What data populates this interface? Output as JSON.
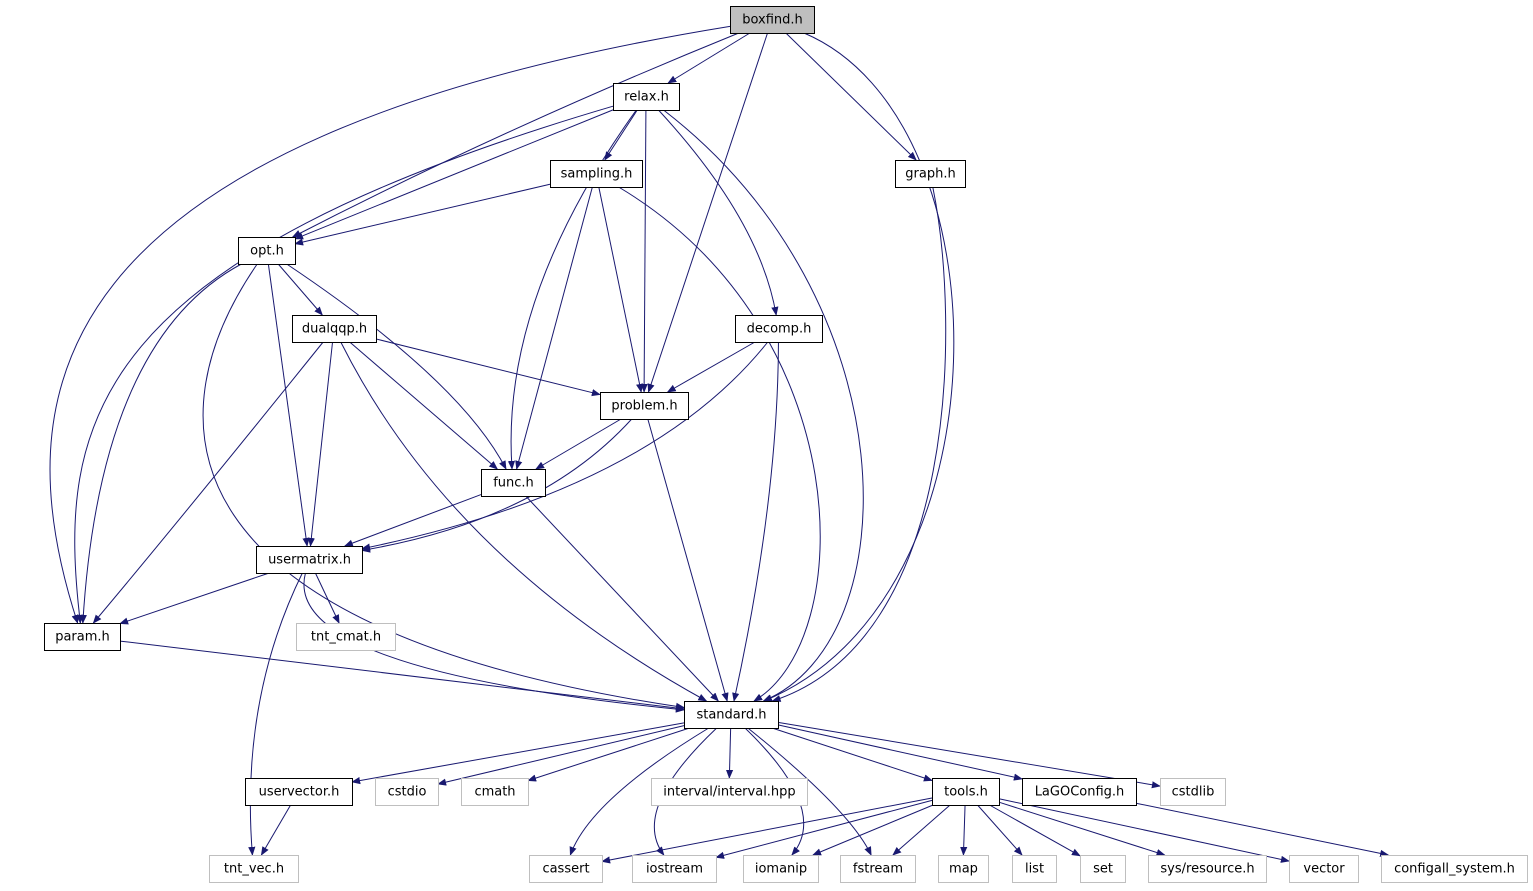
{
  "nodes": [
    {
      "id": "boxfind",
      "label": "boxfind.h",
      "kind": "root",
      "link": false
    },
    {
      "id": "relax",
      "label": "relax.h",
      "kind": "local",
      "link": true
    },
    {
      "id": "graph",
      "label": "graph.h",
      "kind": "local",
      "link": true
    },
    {
      "id": "sampling",
      "label": "sampling.h",
      "kind": "local",
      "link": true
    },
    {
      "id": "opt",
      "label": "opt.h",
      "kind": "local",
      "link": true
    },
    {
      "id": "dualqqp",
      "label": "dualqqp.h",
      "kind": "local",
      "link": true
    },
    {
      "id": "decomp",
      "label": "decomp.h",
      "kind": "local",
      "link": true
    },
    {
      "id": "problem",
      "label": "problem.h",
      "kind": "local",
      "link": true
    },
    {
      "id": "func",
      "label": "func.h",
      "kind": "local",
      "link": true
    },
    {
      "id": "usermatrix",
      "label": "usermatrix.h",
      "kind": "local",
      "link": true
    },
    {
      "id": "tnt_cmat",
      "label": "tnt_cmat.h",
      "kind": "external",
      "link": false
    },
    {
      "id": "param",
      "label": "param.h",
      "kind": "local",
      "link": true
    },
    {
      "id": "standard",
      "label": "standard.h",
      "kind": "local",
      "link": true
    },
    {
      "id": "uservector",
      "label": "uservector.h",
      "kind": "local",
      "link": true
    },
    {
      "id": "cstdio",
      "label": "cstdio",
      "kind": "external",
      "link": false
    },
    {
      "id": "cmath",
      "label": "cmath",
      "kind": "external",
      "link": false
    },
    {
      "id": "interval",
      "label": "interval/interval.hpp",
      "kind": "external",
      "link": false
    },
    {
      "id": "tools",
      "label": "tools.h",
      "kind": "local",
      "link": true
    },
    {
      "id": "lagoconfig",
      "label": "LaGOConfig.h",
      "kind": "local",
      "link": true
    },
    {
      "id": "cstdlib",
      "label": "cstdlib",
      "kind": "external",
      "link": false
    },
    {
      "id": "tnt_vec",
      "label": "tnt_vec.h",
      "kind": "external",
      "link": false
    },
    {
      "id": "cassert",
      "label": "cassert",
      "kind": "external",
      "link": false
    },
    {
      "id": "iostream",
      "label": "iostream",
      "kind": "external",
      "link": false
    },
    {
      "id": "iomanip",
      "label": "iomanip",
      "kind": "external",
      "link": false
    },
    {
      "id": "fstream",
      "label": "fstream",
      "kind": "external",
      "link": false
    },
    {
      "id": "map",
      "label": "map",
      "kind": "external",
      "link": false
    },
    {
      "id": "list",
      "label": "list",
      "kind": "external",
      "link": false
    },
    {
      "id": "set",
      "label": "set",
      "kind": "external",
      "link": false
    },
    {
      "id": "sysresource",
      "label": "sys/resource.h",
      "kind": "external",
      "link": false
    },
    {
      "id": "vector",
      "label": "vector",
      "kind": "external",
      "link": false
    },
    {
      "id": "configall",
      "label": "configall_system.h",
      "kind": "external",
      "link": false
    }
  ],
  "edges": [
    [
      "boxfind",
      "relax"
    ],
    [
      "boxfind",
      "graph"
    ],
    [
      "boxfind",
      "opt"
    ],
    [
      "boxfind",
      "param"
    ],
    [
      "boxfind",
      "problem"
    ],
    [
      "boxfind",
      "standard"
    ],
    [
      "relax",
      "sampling"
    ],
    [
      "relax",
      "opt"
    ],
    [
      "relax",
      "param"
    ],
    [
      "relax",
      "func"
    ],
    [
      "relax",
      "problem"
    ],
    [
      "relax",
      "decomp"
    ],
    [
      "relax",
      "standard"
    ],
    [
      "graph",
      "standard"
    ],
    [
      "sampling",
      "opt"
    ],
    [
      "sampling",
      "problem"
    ],
    [
      "sampling",
      "func"
    ],
    [
      "sampling",
      "standard"
    ],
    [
      "opt",
      "dualqqp"
    ],
    [
      "opt",
      "func"
    ],
    [
      "opt",
      "usermatrix"
    ],
    [
      "opt",
      "param"
    ],
    [
      "opt",
      "standard"
    ],
    [
      "dualqqp",
      "problem"
    ],
    [
      "dualqqp",
      "func"
    ],
    [
      "dualqqp",
      "usermatrix"
    ],
    [
      "dualqqp",
      "param"
    ],
    [
      "dualqqp",
      "standard"
    ],
    [
      "decomp",
      "problem"
    ],
    [
      "decomp",
      "usermatrix"
    ],
    [
      "decomp",
      "standard"
    ],
    [
      "problem",
      "func"
    ],
    [
      "problem",
      "usermatrix"
    ],
    [
      "problem",
      "standard"
    ],
    [
      "func",
      "usermatrix"
    ],
    [
      "func",
      "standard"
    ],
    [
      "usermatrix",
      "param"
    ],
    [
      "usermatrix",
      "tnt_cmat"
    ],
    [
      "usermatrix",
      "tnt_vec"
    ],
    [
      "usermatrix",
      "standard"
    ],
    [
      "param",
      "standard"
    ],
    [
      "standard",
      "uservector"
    ],
    [
      "standard",
      "cstdio"
    ],
    [
      "standard",
      "cmath"
    ],
    [
      "standard",
      "interval"
    ],
    [
      "standard",
      "tools"
    ],
    [
      "standard",
      "lagoconfig"
    ],
    [
      "standard",
      "cstdlib"
    ],
    [
      "standard",
      "cassert"
    ],
    [
      "standard",
      "iostream"
    ],
    [
      "standard",
      "iomanip"
    ],
    [
      "standard",
      "fstream"
    ],
    [
      "uservector",
      "tnt_vec"
    ],
    [
      "tools",
      "cassert"
    ],
    [
      "tools",
      "iostream"
    ],
    [
      "tools",
      "iomanip"
    ],
    [
      "tools",
      "fstream"
    ],
    [
      "tools",
      "map"
    ],
    [
      "tools",
      "list"
    ],
    [
      "tools",
      "set"
    ],
    [
      "tools",
      "sysresource"
    ],
    [
      "tools",
      "vector"
    ],
    [
      "lagoconfig",
      "configall"
    ]
  ],
  "colors": {
    "edge": "#191970",
    "root_fill": "#bfbfbf",
    "local_border": "#000000",
    "external_border": "#bfbfbf",
    "external_text": "#000000"
  }
}
